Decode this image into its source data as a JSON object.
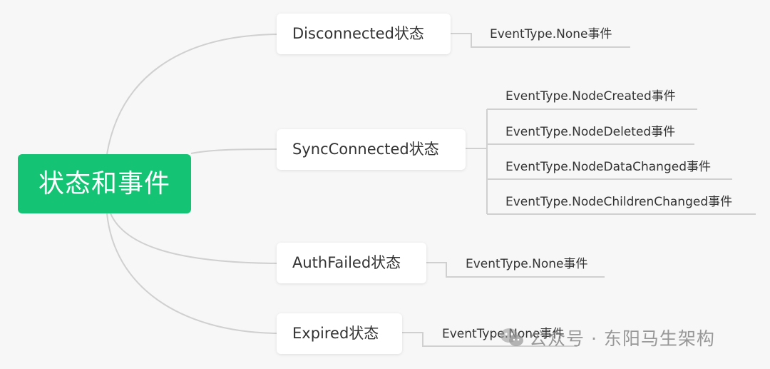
{
  "root": {
    "label": "状态和事件"
  },
  "states": [
    {
      "label": "Disconnected状态",
      "events": [
        "EventType.None事件"
      ]
    },
    {
      "label": "SyncConnected状态",
      "events": [
        "EventType.NodeCreated事件",
        "EventType.NodeDeleted事件",
        "EventType.NodeDataChanged事件",
        "EventType.NodeChildrenChanged事件"
      ]
    },
    {
      "label": "AuthFailed状态",
      "events": [
        "EventType.None事件"
      ]
    },
    {
      "label": "Expired状态",
      "events": [
        "EventType.None事件"
      ]
    }
  ],
  "watermark": {
    "text": "公众号 · 东阳马生架构",
    "icon": "wechat-icon"
  },
  "colors": {
    "root_bg": "#15c374",
    "line": "#d0d0d0",
    "background": "#f7f7f7"
  }
}
